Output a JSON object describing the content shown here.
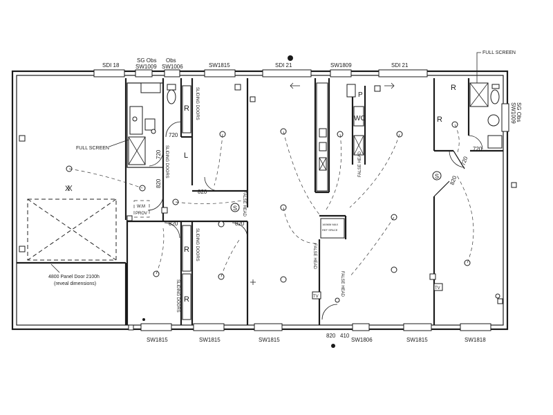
{
  "window_labels_top": [
    {
      "id": "sdi-18",
      "text": "SDI 18"
    },
    {
      "id": "sg-obs-top",
      "text": "SG Obs"
    },
    {
      "id": "sw1009-top",
      "text": "SW1009"
    },
    {
      "id": "obs-top",
      "text": "Obs"
    },
    {
      "id": "sw1006-top",
      "text": "SW1006"
    },
    {
      "id": "sw1815-top",
      "text": "SW1815"
    },
    {
      "id": "sdi-21-a",
      "text": "SDI 21"
    },
    {
      "id": "sw1809-top",
      "text": "SW1809"
    },
    {
      "id": "sdi-21-b",
      "text": "SDI 21"
    }
  ],
  "window_labels_bottom": [
    {
      "id": "sw1815-b1",
      "text": "SW1815"
    },
    {
      "id": "sw1815-b2",
      "text": "SW1815"
    },
    {
      "id": "sw1815-b3",
      "text": "SW1815"
    },
    {
      "id": "sw1806-bottom",
      "text": "SW1806"
    },
    {
      "id": "sw1815-b4",
      "text": "SW1815"
    },
    {
      "id": "sw1818-bottom",
      "text": "SW1818"
    }
  ],
  "door_sizes": [
    {
      "id": "d-720-a",
      "text": "720"
    },
    {
      "id": "d-720-b",
      "text": "720"
    },
    {
      "id": "d-820-a",
      "text": "820"
    },
    {
      "id": "d-820-b",
      "text": "820"
    },
    {
      "id": "d-820-c",
      "text": "820"
    },
    {
      "id": "d-820-d",
      "text": "820"
    },
    {
      "id": "d-820-e",
      "text": "820"
    },
    {
      "id": "d-820-f",
      "text": "820"
    },
    {
      "id": "d-410",
      "text": "410"
    },
    {
      "id": "d-720-c",
      "text": "720"
    },
    {
      "id": "d-720-d",
      "text": "720"
    }
  ],
  "annotations": {
    "full_screen_left": "FULL SCREEN",
    "full_screen_right": "FULL SCREEN",
    "sg_obs_right": "SG Obs",
    "sw1009_right": "SW1009",
    "garage_door_line1": "4800 Panel Door 2100h",
    "garage_door_line2": "(reveal dimensions)",
    "wm_label": "W.M",
    "prov_label": "PROV",
    "sliding_doors": "SLIDING DOORS",
    "false_head": "FALSE HEAD",
    "rangehood_line1": "160MM MAX",
    "rangehood_line2": "REF SPACE"
  },
  "room_letters": {
    "robe": "R",
    "linen": "L",
    "pantry": "P",
    "wall_oven": "WO",
    "tv": "TV",
    "smoke": "S",
    "exhaust": "X"
  }
}
